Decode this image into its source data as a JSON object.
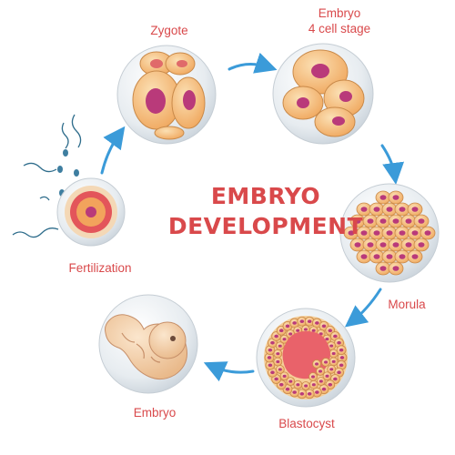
{
  "title": {
    "line1": "EMBRYO",
    "line2": "DEVELOPMENT"
  },
  "stages": {
    "fertilization": "Fertilization",
    "zygote": "Zygote",
    "embryo_4cell_line1": "Embryo",
    "embryo_4cell_line2": "4 cell stage",
    "morula": "Morula",
    "blastocyst": "Blastocyst",
    "embryo": "Embryo"
  },
  "colors": {
    "label": "#d9494b",
    "title": "#d9494b",
    "arrow": "#3b9bd9",
    "cell_fill": "#f7c98a",
    "nucleus": "#b93a7a",
    "sphere": "#dfe5ea"
  }
}
